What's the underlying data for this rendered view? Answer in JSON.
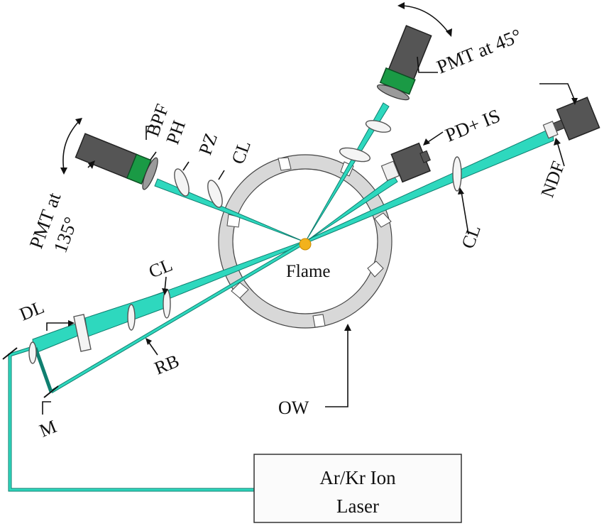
{
  "labels": {
    "pmt45": "PMT at 45°",
    "pmt135_a": "PMT at",
    "pmt135_b": "135°",
    "bpf": "BPF",
    "ph": "PH",
    "pz": "PZ",
    "cl_top": "CL",
    "cl_left": "CL",
    "cl_right": "CL",
    "pd_is": "PD+ IS",
    "ndf": "NDF",
    "flame": "Flame",
    "dl": "DL",
    "rb": "RB",
    "ow": "OW",
    "m": "M",
    "laser_line1": "Ar/Kr Ion",
    "laser_line2": "Laser"
  },
  "colors": {
    "beam": "#2ed8be",
    "beam_edge": "#0f7f70",
    "pmt_body": "#555555",
    "filter": "#1a9a45",
    "flame_dot": "#f2b21c",
    "window_ring": "#dcdcdc"
  }
}
